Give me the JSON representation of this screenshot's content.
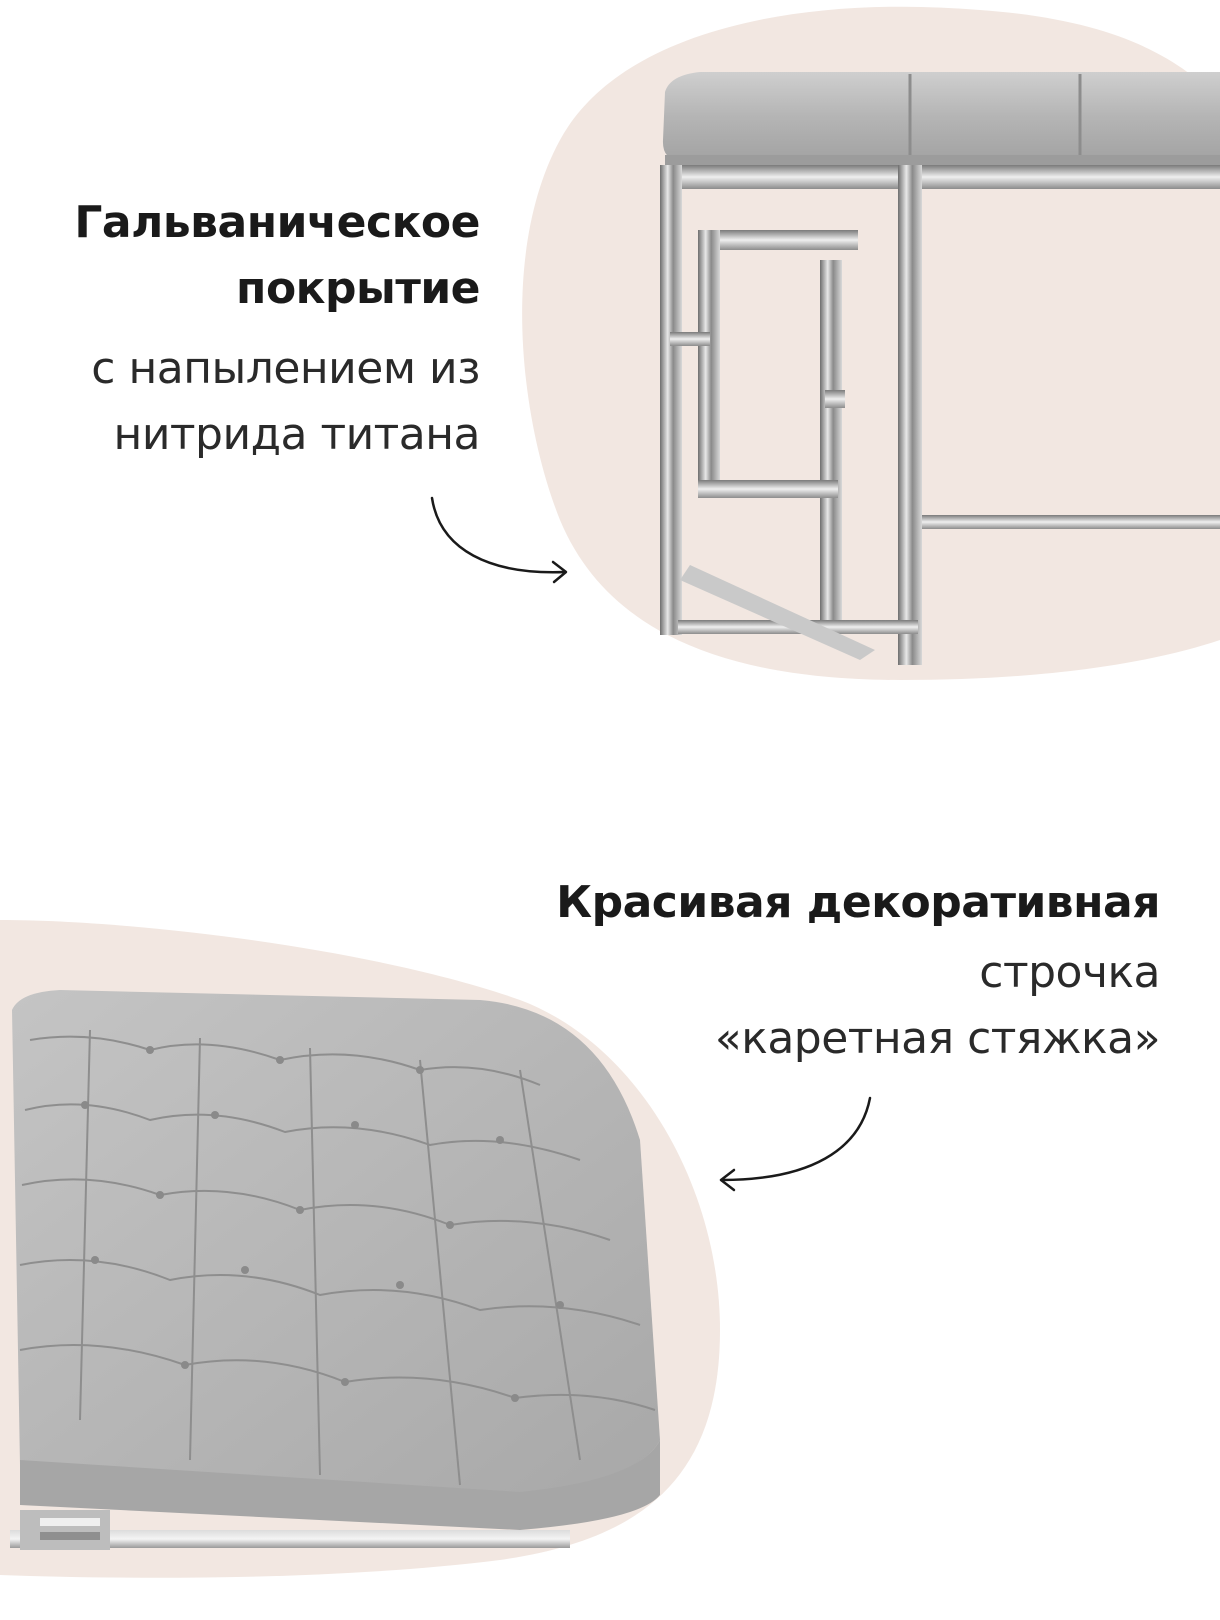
{
  "feature_1": {
    "heading_line_1": "Гальваническое",
    "heading_line_2": "покрытие",
    "sub_line_1": "с напылением из",
    "sub_line_2": "нитрида титана"
  },
  "feature_2": {
    "heading": "Красивая декоративная",
    "sub_line_1": "строчка",
    "sub_line_2": "«каретная стяжка»"
  },
  "colors": {
    "blob": "#f2e7e1",
    "upholstery": "#b8b8b8",
    "chrome": "#9a9a9a",
    "text": "#1a1a1a"
  },
  "images": {
    "photo_1": "bench-leg-chrome-frame",
    "photo_2": "bench-tufted-seat"
  }
}
